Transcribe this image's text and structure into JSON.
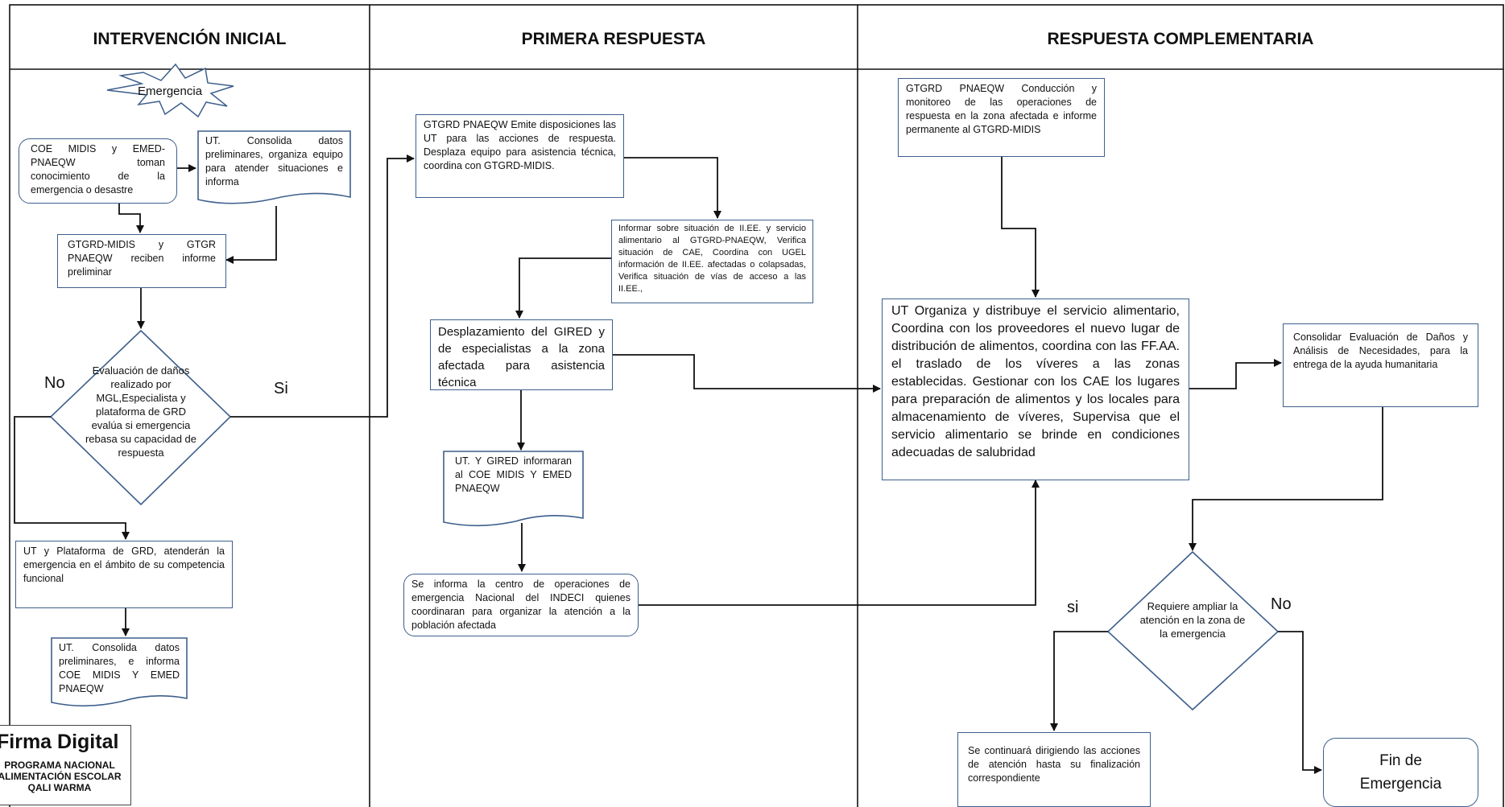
{
  "lanes": {
    "initial": "INTERVENCIÓN INICIAL",
    "first": "PRIMERA RESPUESTA",
    "complementary": "RESPUESTA COMPLEMENTARIA"
  },
  "nodes": {
    "emergency": "Emergencia",
    "coe_midis": "COE MIDIS y EMED-PNAEQW toman conocimiento de la emergencia o desastre",
    "ut_consolida_1": "UT. Consolida datos preliminares, organiza equipo para atender situaciones e informa",
    "gtgrd_reciben": "GTGRD-MIDIS y GTGR PNAEQW reciben informe preliminar",
    "evaluacion": "Evaluación de daños realizado por MGL,Especialista y plataforma de GRD evalúa si emergencia rebasa su capacidad de respuesta",
    "ut_plataforma": "UT y Plataforma de GRD, atenderán la emergencia en el ámbito de su competencia funcional",
    "ut_consolida_2": "UT. Consolida datos preliminares, e informa COE MIDIS Y EMED PNAEQW",
    "gtgrd_emite": "GTGRD PNAEQW Emite disposiciones las UT para las acciones de respuesta. Desplaza equipo para asistencia técnica, coordina con GTGRD-MIDIS.",
    "informar_iiee": "Informar sobre situación de II.EE. y servicio alimentario al GTGRD-PNAEQW, Verifica situación de CAE, Coordina con UGEL información de II.EE. afectadas o colapsadas, Verifica situación de vías de acceso a las II.EE.,",
    "desplazamiento": "Desplazamiento del GIRED y de especialistas a la zona afectada para asistencia técnica",
    "ut_gired": "UT. Y GIRED informaran al COE MIDIS Y EMED PNAEQW",
    "se_informa": "Se informa la centro de operaciones de emergencia Nacional del INDECI quienes coordinaran para organizar la atención a la población afectada",
    "gtgrd_conduccion": "GTGRD PNAEQW Conducción y monitoreo de las operaciones de respuesta en la zona afectada e informe permanente al GTGRD-MIDIS",
    "ut_organiza": "UT Organiza y distribuye el servicio alimentario, Coordina con los proveedores el nuevo lugar de distribución de alimentos, coordina con las FF.AA. el traslado de los víveres a las zonas establecidas. Gestionar con los CAE los lugares para preparación de alimentos y los locales para almacenamiento de víveres, Supervisa que el servicio alimentario se brinde en condiciones adecuadas de salubridad",
    "consolidar": "Consolidar Evaluación de Daños y Análisis de Necesidades, para la entrega de la ayuda humanitaria",
    "requiere": "Requiere ampliar la atención en la zona de la emergencia",
    "continuara": "Se continuará dirigiendo las acciones de atención hasta su finalización correspondiente",
    "fin": "Fin de Emergencia"
  },
  "labels": {
    "no_left": "No",
    "si_left": "Si",
    "si_right": "si",
    "no_right": "No"
  },
  "stamp": {
    "title": "Firma Digital",
    "org_line1": "PROGRAMA NACIONAL",
    "org_line2": "ALIMENTACIÓN ESCOLAR",
    "org_line3": "QALI WARMA"
  },
  "colors": {
    "box_border": "#3d5f8c",
    "line": "#111111"
  }
}
